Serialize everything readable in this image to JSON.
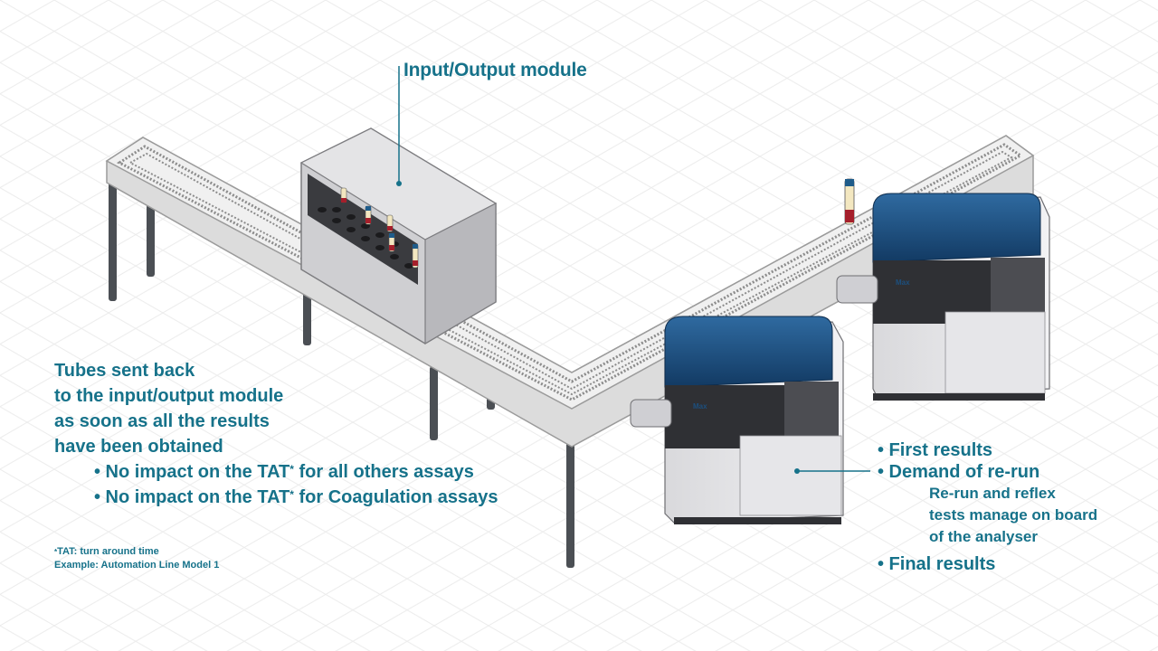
{
  "io_module": {
    "label": "Input/Output module"
  },
  "left_text": {
    "lines": [
      "Tubes sent back",
      "to the input/output module",
      "as soon as all the results",
      "have been obtained"
    ],
    "bullets": [
      {
        "prefix": "• No impact on the TAT",
        "sup": "*",
        "suffix": " for all others assays"
      },
      {
        "prefix": "• No impact on the TAT",
        "sup": "*",
        "suffix": " for Coagulation assays"
      }
    ]
  },
  "right_text": {
    "first": "• First results",
    "demand": "• Demand of re-run",
    "sub": [
      "Re-run and reflex",
      "tests manage on board",
      "of the analyser"
    ],
    "final": "• Final results"
  },
  "footnote": {
    "sup": "*",
    "tat": "TAT: turn around time",
    "example": "Example: Automation Line Model 1"
  },
  "analyser": {
    "brand_label": "Max"
  },
  "colors": {
    "accent": "#16728a",
    "analyser_blue": "#1c4f7e",
    "track": "#e6e6e6",
    "leg": "#4b4f54"
  }
}
